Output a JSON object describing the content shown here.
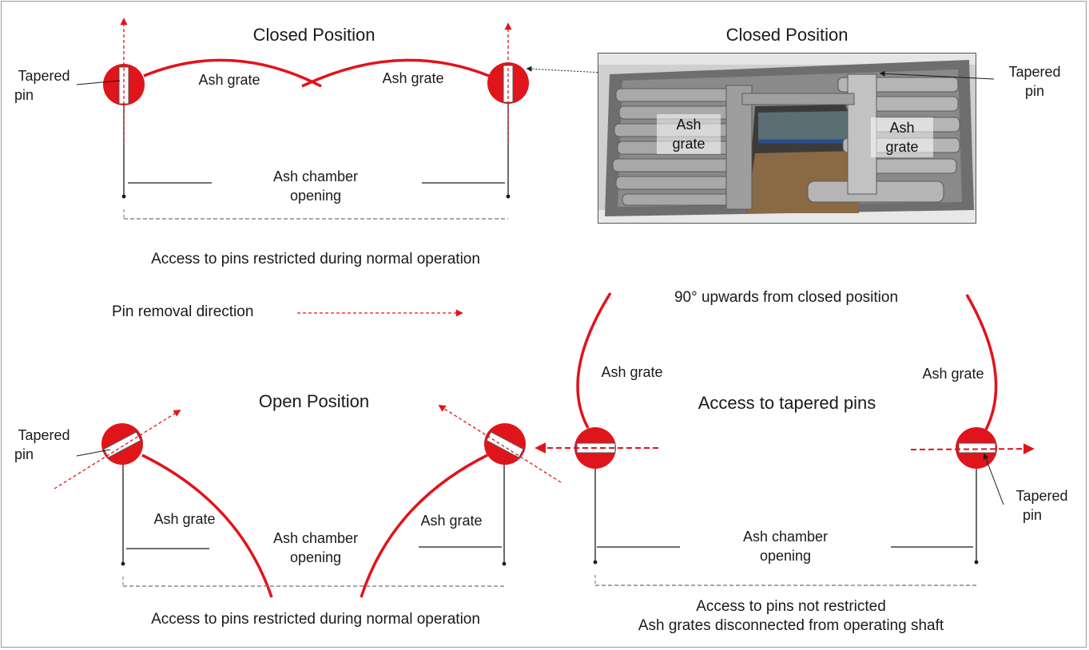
{
  "colors": {
    "accent_red": "#e0141b",
    "line_dark": "#1a1a1a",
    "dash_gray": "#8a8a8a"
  },
  "top_left": {
    "title": "Closed Position",
    "tapered_pin": [
      "Tapered",
      "pin"
    ],
    "ash_grate_left": "Ash grate",
    "ash_grate_right": "Ash grate",
    "chamber_opening": [
      "Ash chamber",
      "opening"
    ],
    "note": "Access to pins restricted during normal operation"
  },
  "legend": {
    "pin_removal": "Pin removal direction"
  },
  "top_right": {
    "title": "Closed Position",
    "tapered_pin": [
      "Tapered",
      "pin"
    ],
    "ash_grate_left": [
      "Ash",
      "grate"
    ],
    "ash_grate_right": [
      "Ash",
      "grate"
    ]
  },
  "bottom_left": {
    "title": "Open Position",
    "tapered_pin": [
      "Tapered",
      "pin"
    ],
    "ash_grate_left": "Ash grate",
    "ash_grate_right": "Ash grate",
    "chamber_opening": [
      "Ash chamber",
      "opening"
    ],
    "note": "Access to pins restricted during normal operation"
  },
  "bottom_right": {
    "title": "90° upwards from closed position",
    "subtitle": "Access to tapered pins",
    "ash_grate_left": "Ash grate",
    "ash_grate_right": "Ash grate",
    "tapered_pin": [
      "Tapered",
      "pin"
    ],
    "chamber_opening": [
      "Ash chamber",
      "opening"
    ],
    "note": [
      "Access to pins not restricted",
      "Ash grates disconnected from operating shaft"
    ]
  }
}
